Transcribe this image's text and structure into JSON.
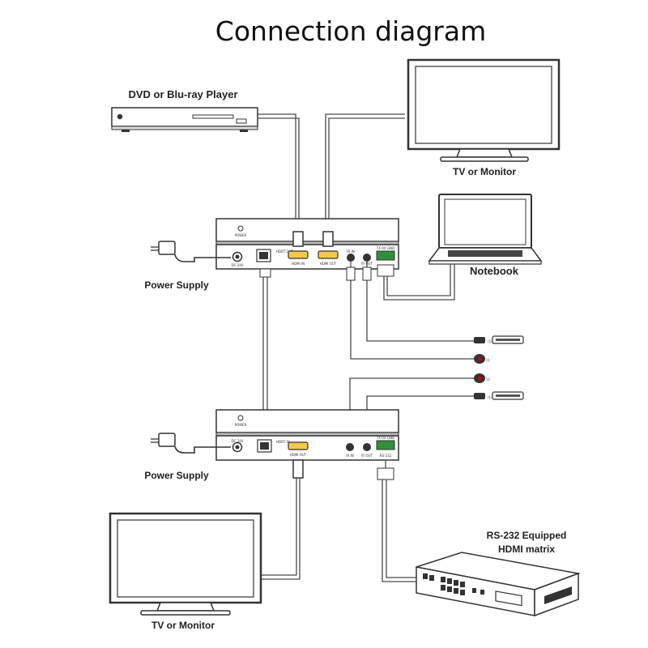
{
  "title": "Connection diagram",
  "labels": {
    "dvd": "DVD or Blu-ray Player",
    "tv_top": "TV or Monitor",
    "notebook": "Notebook",
    "power_top": "Power Supply",
    "power_bottom": "Power Supply",
    "tv_bottom": "TV or Monitor",
    "matrix_line1": "RS-232 Equipped",
    "matrix_line2": "HDMI matrix"
  },
  "transmitter": {
    "power": "POWER",
    "dc": "DC 24V",
    "hdbt": "HDBT OUT",
    "hdmi_in": "HDMI IN",
    "hdmi_out": "HDMI OUT",
    "ir_in": "IR IN",
    "ir_out": "IR OUT",
    "rs232": "TX RX GND"
  },
  "receiver": {
    "power": "POWER",
    "dc": "DC 24V",
    "hdbt": "HDBT IN",
    "hdmi_out": "HDMI OUT",
    "ir_in": "IR IN",
    "ir_out": "IR OUT",
    "rs232": "TX RX GND",
    "rs232_label": "RS-232"
  }
}
